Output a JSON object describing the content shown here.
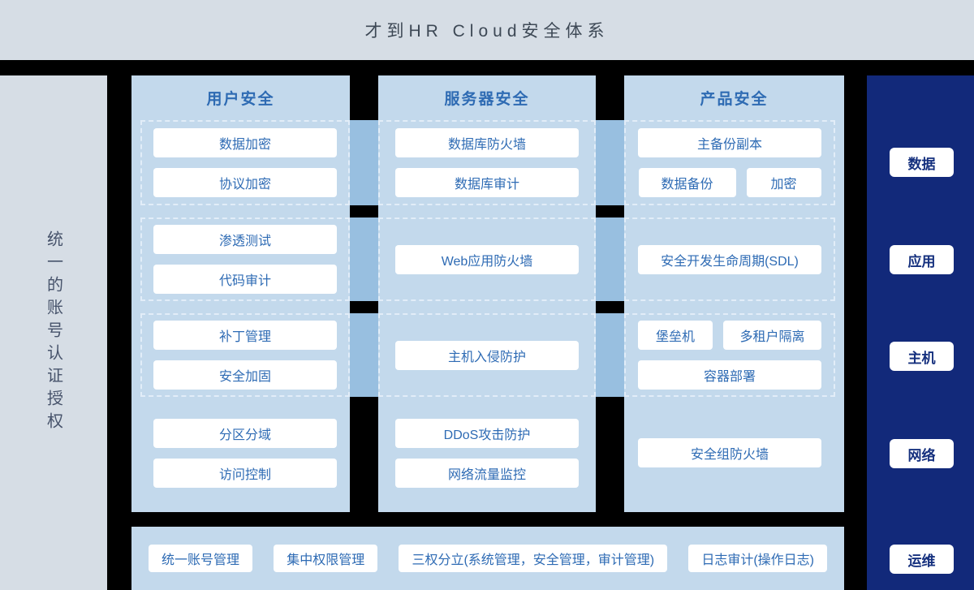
{
  "header": {
    "title": "才到HR Cloud安全体系"
  },
  "left_sidebar": {
    "text": "统一的账号认证授权"
  },
  "columns": {
    "user": {
      "title": "用户安全",
      "g1": [
        "数据加密",
        "协议加密"
      ],
      "g2": [
        "渗透测试",
        "代码审计"
      ],
      "g3": [
        "补丁管理",
        "安全加固"
      ],
      "g4": [
        "分区分域",
        "访问控制"
      ]
    },
    "server": {
      "title": "服务器安全",
      "g1": [
        "数据库防火墙",
        "数据库审计"
      ],
      "g2": [
        "Web应用防火墙"
      ],
      "g3": [
        "主机入侵防护"
      ],
      "g4": [
        "DDoS攻击防护",
        "网络流量监控"
      ]
    },
    "product": {
      "title": "产品安全",
      "g1": [
        "主备份副本",
        "数据备份",
        "加密"
      ],
      "g2": [
        "安全开发生命周期(SDL)"
      ],
      "g3": [
        "堡垒机",
        "多租户隔离",
        "容器部署"
      ],
      "g4": [
        "安全组防火墙"
      ]
    }
  },
  "right_sidebar": {
    "items": [
      "数据",
      "应用",
      "主机",
      "网络",
      "运维"
    ]
  },
  "bottom_bar": {
    "items": [
      "统一账号管理",
      "集中权限管理",
      "三权分立(系统管理，安全管理，审计管理)",
      "日志审计(操作日志)"
    ]
  },
  "colors": {
    "background": "#000000",
    "header_bg": "#d6dde5",
    "panel_blue": "#c3d9ec",
    "bridge_blue": "#98bfe0",
    "navy": "#12297a",
    "node_text_blue": "#2e6bb4",
    "title_text": "#3d4855"
  }
}
